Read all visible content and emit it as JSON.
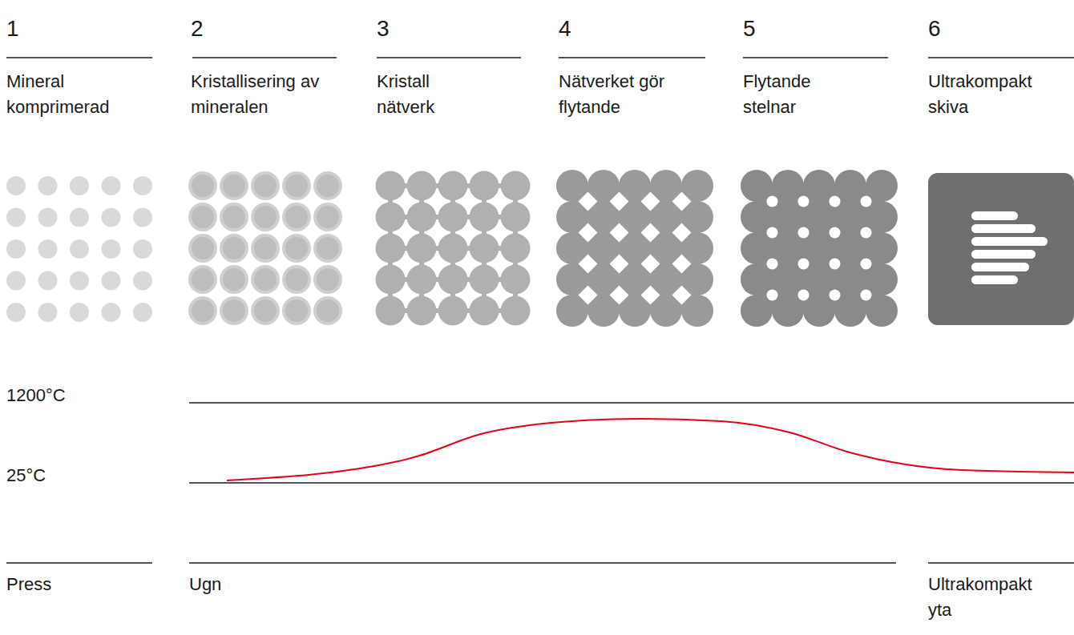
{
  "diagram": {
    "labels": [
      "1",
      "2",
      "3",
      "4",
      "5",
      "6",
      "Mineral komprimerad",
      "Kristallisering av mineralen",
      "Kristall nätverk",
      "Nätverket gör flytande",
      "Flytande stelnar",
      "Ultrakompakt skiva",
      "1200°C",
      "25°C",
      "Press",
      "Ugn",
      "Ultrakompakt yta"
    ]
  }
}
